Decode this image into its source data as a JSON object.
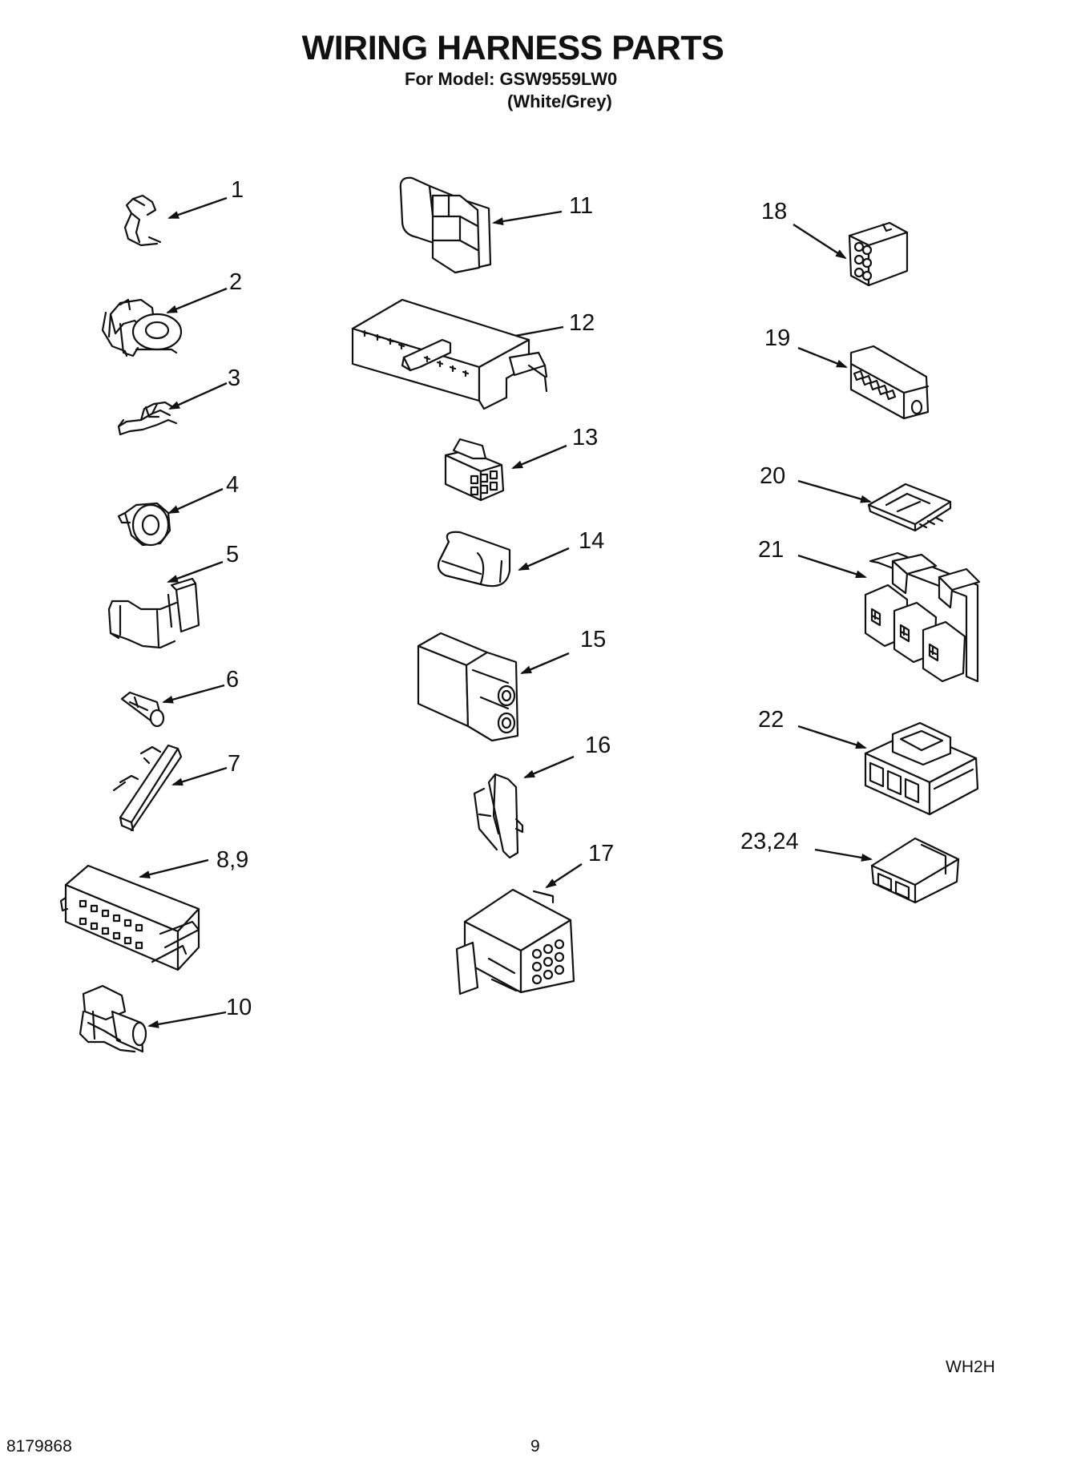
{
  "header": {
    "title": "WIRING HARNESS PARTS",
    "model": "For Model: GSW9559LW0",
    "color": "(White/Grey)"
  },
  "callouts": [
    "1",
    "2",
    "3",
    "4",
    "5",
    "6",
    "7",
    "8,9",
    "10",
    "11",
    "12",
    "13",
    "14",
    "15",
    "16",
    "17",
    "18",
    "19",
    "20",
    "21",
    "22",
    "23,24"
  ],
  "footer": {
    "code": "WH2H",
    "doc_number": "8179868",
    "page": "9"
  }
}
